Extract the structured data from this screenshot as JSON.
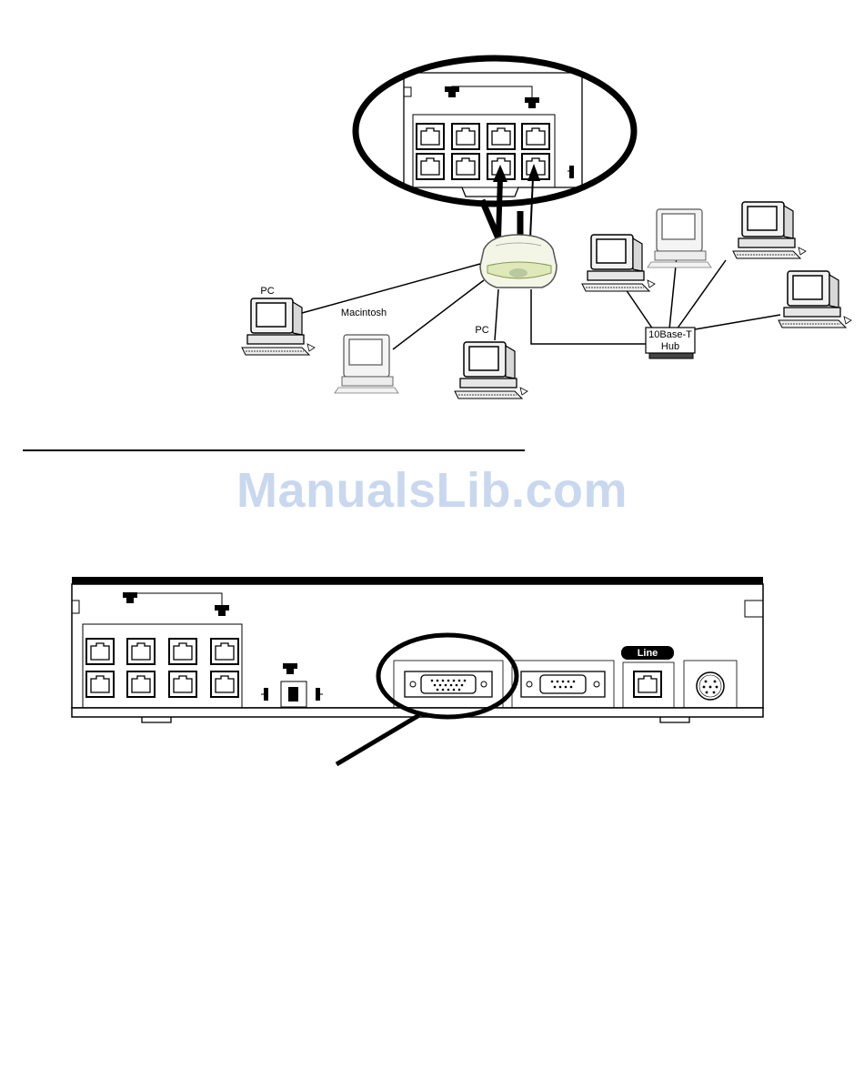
{
  "top_diagram": {
    "labels": {
      "pc_left": "PC",
      "macintosh": "Macintosh",
      "pc_bottom": "PC",
      "hub_line1": "10Base-T",
      "hub_line2": "Hub"
    }
  },
  "bottom_panel": {
    "line_label": "Line"
  },
  "watermark": "ManualsLib.com"
}
